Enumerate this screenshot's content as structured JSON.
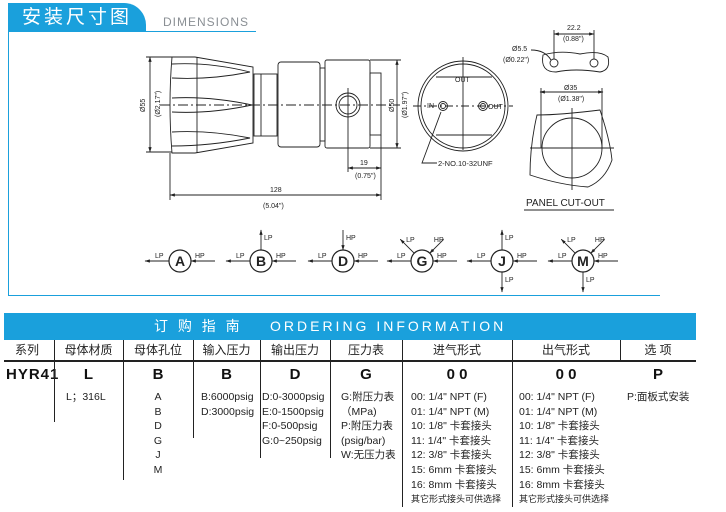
{
  "header": {
    "title_cn": "安装尺寸图",
    "title_en": "DIMENSIONS"
  },
  "drawing": {
    "dia55": "Ø55",
    "dia55_in": "(Ø2.17\")",
    "dia50": "Ø50",
    "dia50_in": "(Ø1.97\")",
    "dim19": "19",
    "dim19_in": "(0.75\")",
    "dim128": "128",
    "dim128_in": "(5.04\")",
    "port_in": "IN",
    "port_out": "OUT",
    "port_out_top": "OUT",
    "thread": "2-NO.10-32UNF",
    "dim22": "22.2",
    "dim22_in": "(0.88\")",
    "dia5": "Ø5.5",
    "dia5_in": "(Ø0.22\")",
    "dia35": "Ø35",
    "dia35_in": "(Ø1.38\")",
    "panel_cutout": "PANEL CUT-OUT"
  },
  "port_configs": [
    {
      "letter": "A",
      "lp": "LP",
      "hp": "HP"
    },
    {
      "letter": "B",
      "lp": "LP",
      "hp": "HP"
    },
    {
      "letter": "D",
      "lp": "LP",
      "hp": "HP"
    },
    {
      "letter": "G",
      "lp": "LP",
      "hp": "HP"
    },
    {
      "letter": "J",
      "lp": "LP",
      "hp": "HP"
    },
    {
      "letter": "M",
      "lp": "LP",
      "hp": "HP"
    }
  ],
  "ordering": {
    "title_cn": "订 购 指 南",
    "title_en": "ORDERING  INFORMATION",
    "headers": [
      "系列",
      "母体材质",
      "母体孔位",
      "输入压力",
      "输出压力",
      "压力表",
      "进气形式",
      "出气形式",
      "选 项"
    ],
    "codes": [
      "HYR41",
      "L",
      "B",
      "B",
      "D",
      "G",
      "0 0",
      "0 0",
      "P"
    ],
    "material": [
      "L；316L"
    ],
    "ports": [
      "A",
      "B",
      "D",
      "G",
      "J",
      "M"
    ],
    "inlet_pressure": [
      "B:6000psig",
      "D:3000psig"
    ],
    "outlet_pressure": [
      "D:0-3000psig",
      "E:0-1500psig",
      "F:0-500psig",
      "G:0~250psig"
    ],
    "gauge": [
      "G:附压力表",
      "（MPa)",
      "P:附压力表",
      "(psig/bar)",
      "W:无压力表"
    ],
    "inlet_type": [
      "00:  1/4\"  NPT  (F)",
      "01:  1/4\"  NPT  (M)",
      "10:  1/8\"  卡套接头",
      "11:  1/4\"  卡套接头",
      "12:  3/8\"  卡套接头",
      "15:  6mm 卡套接头",
      "16:  8mm 卡套接头",
      "其它形式接头可供选择"
    ],
    "outlet_type": [
      "00:  1/4\"  NPT  (F)",
      "01:  1/4\"  NPT  (M)",
      "10:  1/8\"  卡套接头",
      "11:  1/4\"  卡套接头",
      "12:  3/8\"  卡套接头",
      "15:  6mm 卡套接头",
      "16:  8mm 卡套接头",
      "其它形式接头可供选择"
    ],
    "options": [
      "P:面板式安装"
    ]
  }
}
